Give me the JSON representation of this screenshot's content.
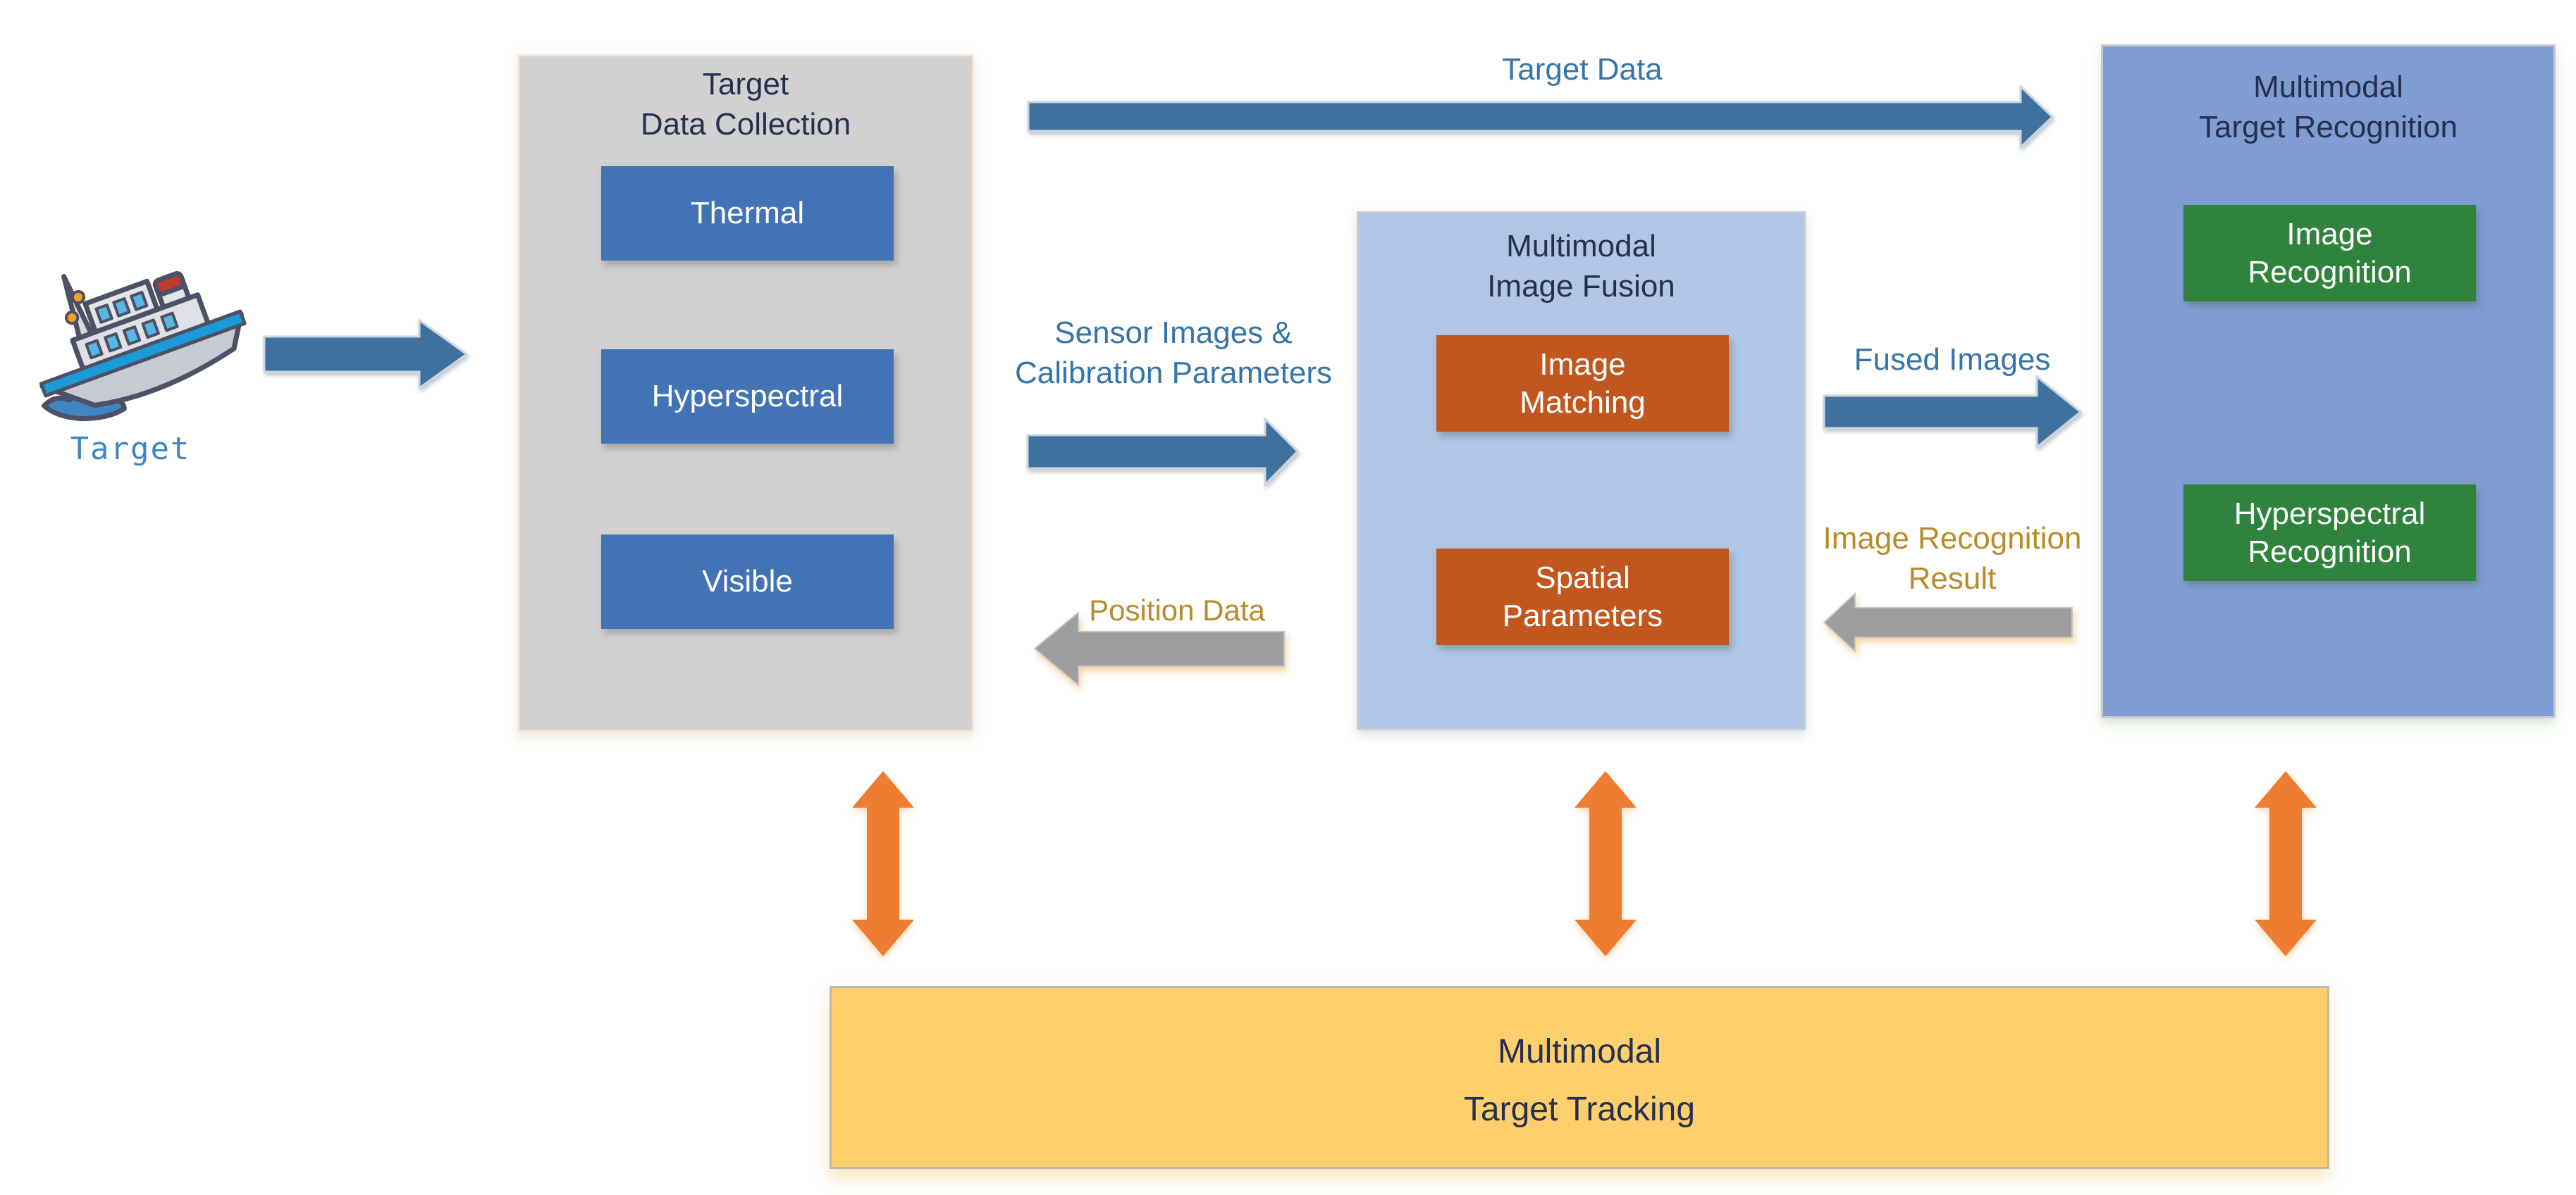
{
  "palette": {
    "panel_gray": "#D2D0D0",
    "panel_light_blue": "#AFC6E6",
    "panel_blue": "#7F9DD3",
    "panel_yellow": "#FECF6D",
    "box_blue": "#4173B5",
    "box_orange": "#C1571E",
    "box_green": "#2F833C",
    "arrow_blue": "#3F719E",
    "arrow_gray": "#9E9E9E",
    "arrow_orange": "#EE7D31",
    "text_navy": "#26304E",
    "label_blue": "#3575A9",
    "label_gold": "#BA8C29",
    "ship_label_blue": "#3E86C6"
  },
  "ship": {
    "label": "Target"
  },
  "collection": {
    "title": "Target\nData Collection",
    "items": [
      "Thermal",
      "Hyperspectral",
      "Visible"
    ]
  },
  "fusion": {
    "title": "Multimodal\nImage Fusion",
    "items": [
      "Image\nMatching",
      "Spatial\nParameters"
    ]
  },
  "recognition": {
    "title": "Multimodal\nTarget Recognition",
    "items": [
      "Image\nRecognition",
      "Hyperspectral\nRecognition"
    ]
  },
  "tracking": {
    "title": "Multimodal\nTarget Tracking"
  },
  "flow_labels": {
    "target_data": "Target Data",
    "sensor": "Sensor Images &\nCalibration Parameters",
    "fused": "Fused Images",
    "result": "Image Recognition\nResult",
    "position": "Position Data"
  }
}
